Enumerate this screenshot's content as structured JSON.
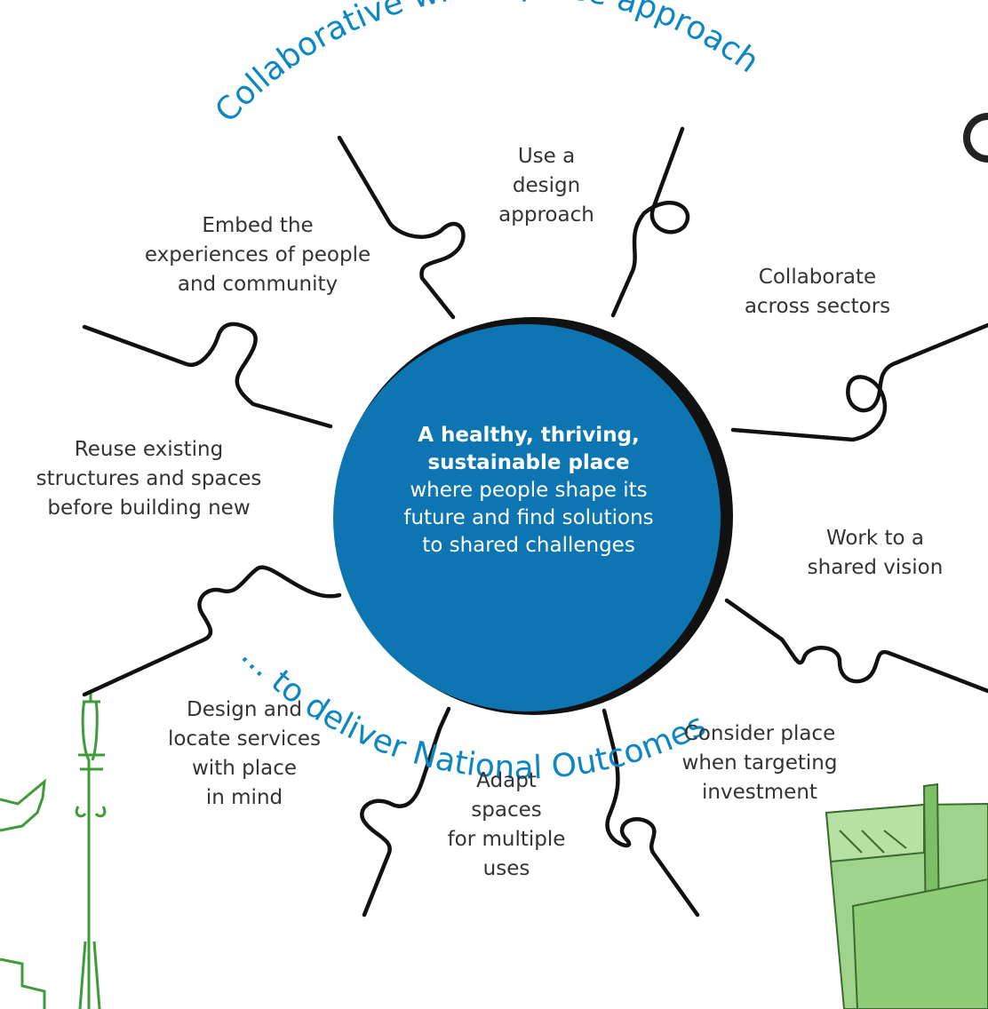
{
  "top_arc_text": "Collaborative whole-place approach",
  "bottom_arc_text": "... to deliver National Outcomes",
  "center": {
    "bold_lines": [
      "A healthy, thriving,",
      "sustainable place"
    ],
    "lines": [
      "where people shape its",
      "future and find solutions",
      "to shared challenges"
    ]
  },
  "principles": [
    {
      "lines": [
        "Use a",
        "design",
        "approach"
      ]
    },
    {
      "lines": [
        "Collaborate",
        "across sectors"
      ]
    },
    {
      "lines": [
        "Work to a",
        "shared vision"
      ]
    },
    {
      "lines": [
        "Consider place",
        "when targeting",
        "investment"
      ]
    },
    {
      "lines": [
        "Adapt",
        "spaces",
        "for multiple",
        "uses"
      ]
    },
    {
      "lines": [
        "Design and",
        "locate services",
        "with place",
        "in mind"
      ]
    },
    {
      "lines": [
        "Reuse existing",
        "structures and spaces",
        "before building new"
      ]
    },
    {
      "lines": [
        "Embed the",
        "experiences of people",
        "and community"
      ]
    }
  ],
  "colors": {
    "accent_blue": "#0d86c4",
    "circle_fill": "#0d75b2",
    "outline": "#111111",
    "illustration_green": "#5aa84a",
    "text": "#333333"
  }
}
